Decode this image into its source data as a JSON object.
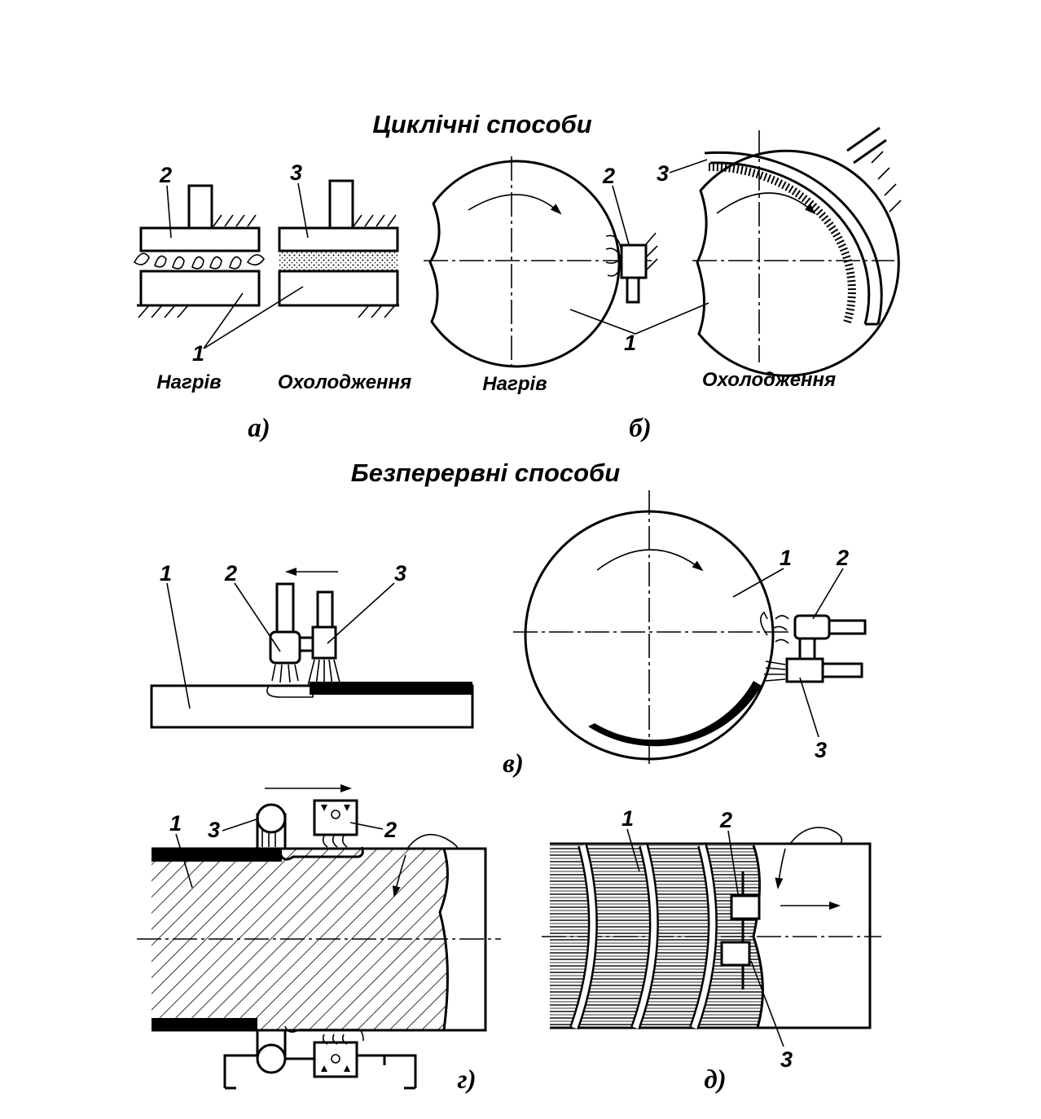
{
  "titles": {
    "cyclic": "Циклічні способи",
    "continuous": "Безперервні способи"
  },
  "captions": {
    "a_heating": "Нагрів",
    "a_cooling": "Охолодження",
    "b_heating": "Нагрів",
    "b_cooling": "Охолодження"
  },
  "panel_letters": {
    "a": "а)",
    "b": "б)",
    "v": "в)",
    "g": "г)",
    "d": "д)"
  },
  "callouts": {
    "a_2": "2",
    "a_3": "3",
    "a_1": "1",
    "b_2": "2",
    "b_3": "3",
    "b_1": "1",
    "v_lin_1": "1",
    "v_lin_2": "2",
    "v_lin_3": "3",
    "v_circ_1": "1",
    "v_circ_2": "2",
    "v_circ_3": "3",
    "g_1": "1",
    "g_3": "3",
    "g_2": "2",
    "d_1": "1",
    "d_2": "2",
    "d_3": "3"
  }
}
